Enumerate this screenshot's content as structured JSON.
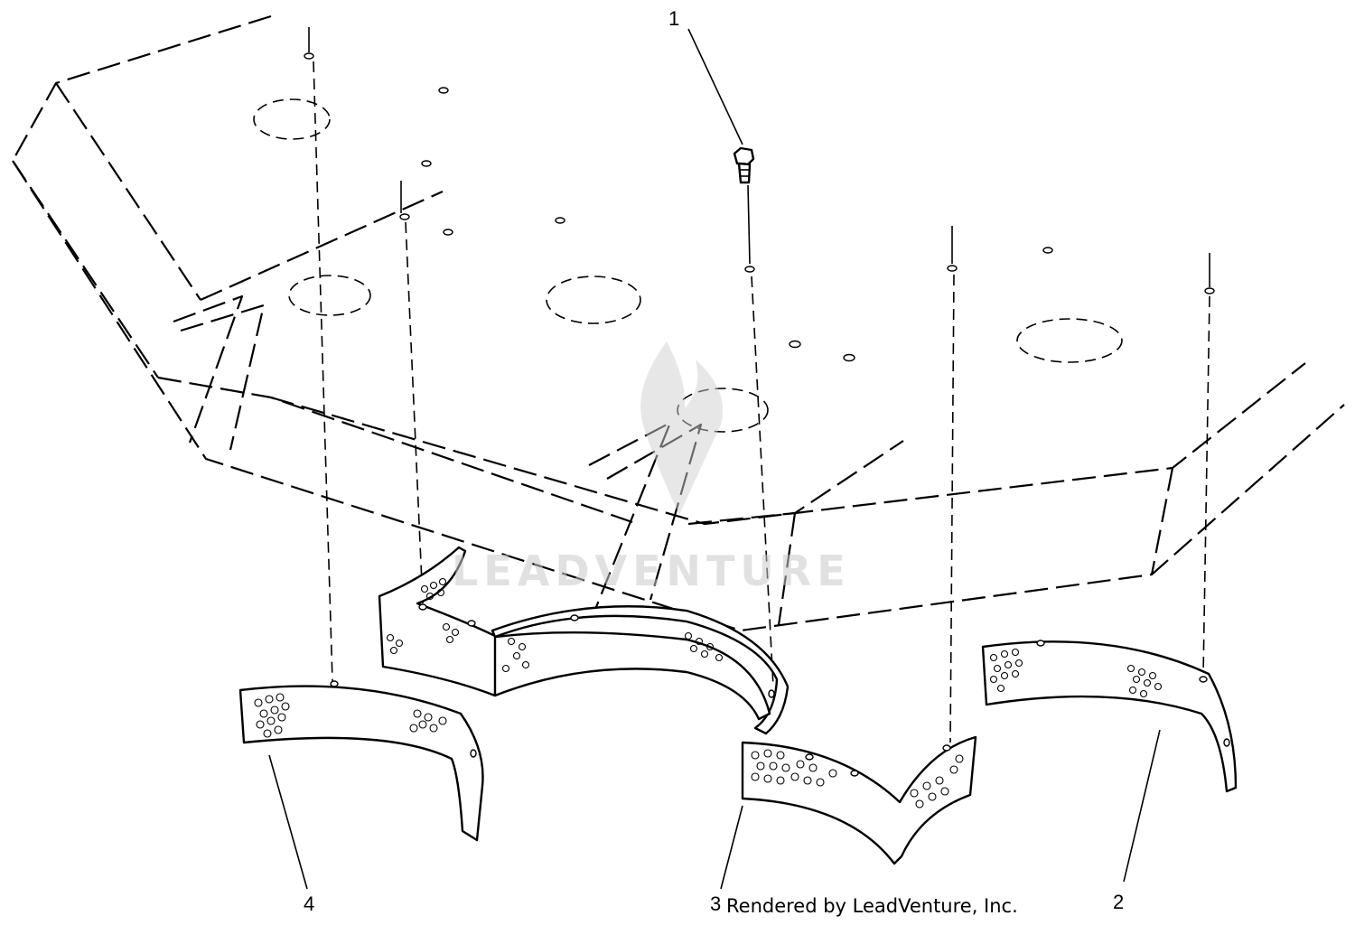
{
  "callouts": [
    {
      "id": "1",
      "label": "1"
    },
    {
      "id": "2",
      "label": "2"
    },
    {
      "id": "3",
      "label": "3"
    },
    {
      "id": "4",
      "label": "4"
    }
  ],
  "credit": "Rendered by LeadVenture, Inc.",
  "watermark": "LEADVENTURE",
  "colors": {
    "line": "#000000",
    "background": "#ffffff",
    "watermark": "#c9c9c9"
  }
}
